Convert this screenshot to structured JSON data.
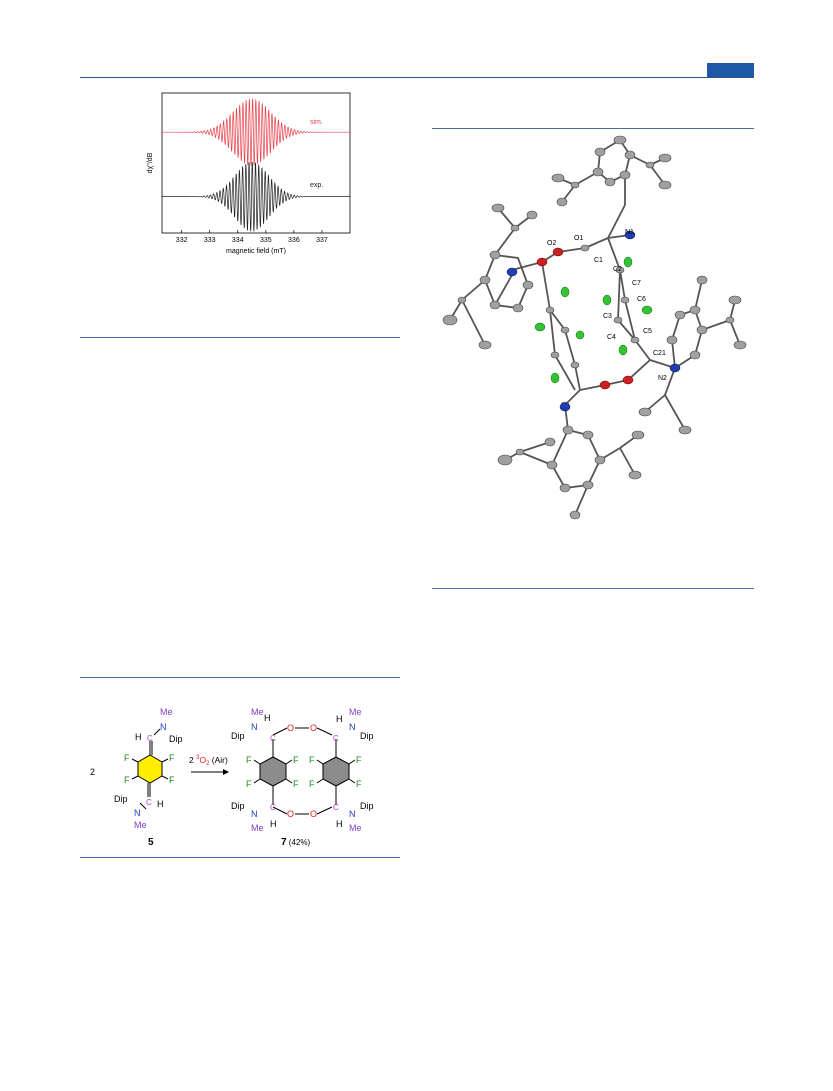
{
  "epr_figure": {
    "chart_data": {
      "type": "line",
      "xlabel": "magnetic field (mT)",
      "ylabel": "dχ''/dB",
      "xlim": [
        331.3,
        338.0
      ],
      "x_ticks": [
        332,
        333,
        334,
        335,
        336,
        337
      ],
      "center": 334.5,
      "series": [
        {
          "name": "sim.",
          "color": "#e8404a",
          "baseline": 0.72,
          "amplitude": 0.24,
          "envelope_width": 0.95,
          "period": 0.115
        },
        {
          "name": "exp.",
          "color": "#222222",
          "baseline": 0.26,
          "amplitude": 0.25,
          "envelope_width": 0.85,
          "period": 0.115
        }
      ],
      "grid": false
    }
  },
  "crystal_structure": {
    "atom_labels": [
      "O2",
      "O1",
      "N1",
      "C1",
      "C2",
      "C7",
      "C6",
      "C3",
      "C5",
      "C4",
      "C21",
      "N2"
    ],
    "colors": {
      "carbon": "#9a9a9a",
      "oxygen": "#cc1f1f",
      "nitrogen": "#1f3fb0",
      "fluorine": "#35c335"
    }
  },
  "scheme": {
    "reactant": {
      "coefficient": "2",
      "label": "5",
      "groups": {
        "me": "Me",
        "h": "H",
        "dip": "Dip",
        "n": "N",
        "c": "C",
        "f": "F"
      }
    },
    "arrow": {
      "prefix": "2 ",
      "superscript": "3",
      "reagent": "O",
      "subscript": "2",
      "suffix": " (Air)"
    },
    "product": {
      "label": "7",
      "yield": " (42%)",
      "groups": {
        "me": "Me",
        "h": "H",
        "dip": "Dip",
        "n": "N",
        "c": "C",
        "o": "O",
        "f": "F"
      }
    },
    "colors": {
      "nitrogen": "#2040c0",
      "carbon": "#b040c0",
      "fluorine": "#1a8a1a",
      "oxygen": "#e02020",
      "me": "#8040c0",
      "ring5": "#ffee00",
      "ring7": "#8c8c8c"
    }
  }
}
